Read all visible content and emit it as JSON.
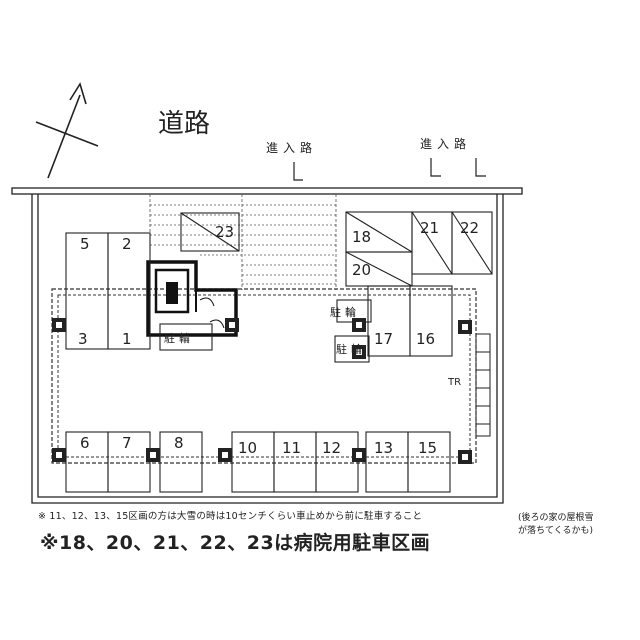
{
  "diagram": {
    "title": "道路",
    "entrances": [
      "進入路",
      "進入路"
    ],
    "transformer_label": "TR",
    "bike_parking_label": "駐輪",
    "spaces": {
      "s1": "1",
      "s2": "2",
      "s3": "3",
      "s5": "5",
      "s6": "6",
      "s7": "7",
      "s8": "8",
      "s10": "10",
      "s11": "11",
      "s12": "12",
      "s13": "13",
      "s15": "15",
      "s16": "16",
      "s17": "17",
      "s18": "18",
      "s20": "20",
      "s21": "21",
      "s22": "22",
      "s23": "23"
    },
    "notes": {
      "small": "※ 11、12、13、15区画の方は大雪の時は10センチくらい車止めから前に駐車すること",
      "side_line1": "(後ろの家の屋根雪",
      "side_line2": "が落ちてくるかも)",
      "big": "※18、20、21、22、23は病院用駐車区画"
    }
  }
}
